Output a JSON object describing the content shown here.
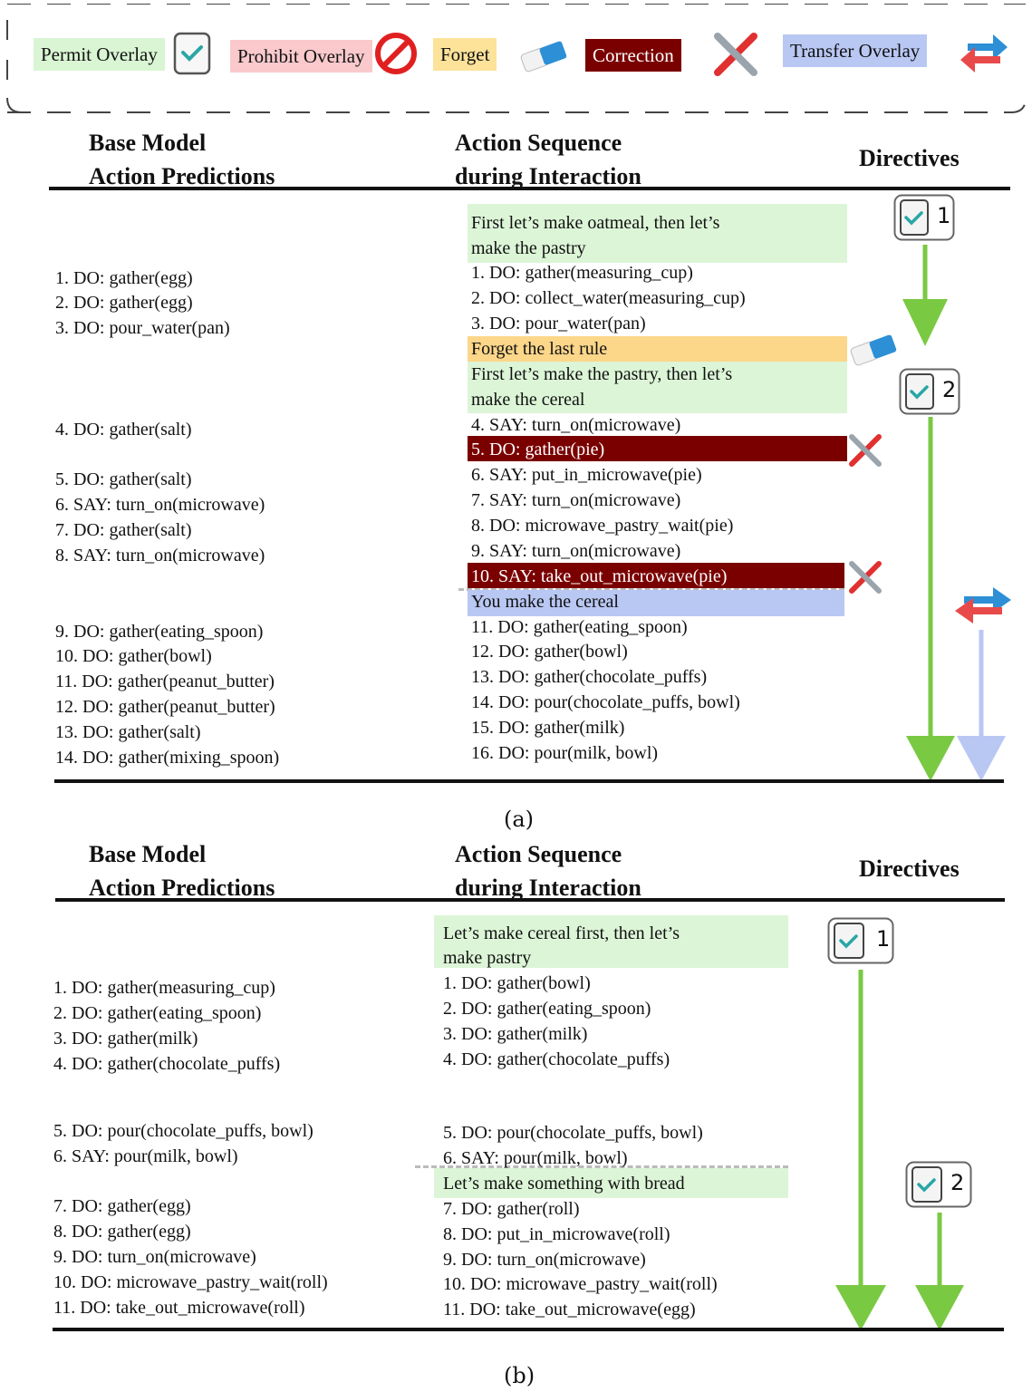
{
  "legend": {
    "permit": "Permit Overlay",
    "prohibit": "Prohibit Overlay",
    "forget": "Forget",
    "correction": "Correction",
    "transfer": "Transfer Overlay"
  },
  "colors": {
    "permit_bg": "#dcf5d7",
    "prohibit_bg": "#f9c9cc",
    "forget_bg": "#fcd689",
    "correction_bg": "#7a0000",
    "transfer_bg": "#b9c7f3",
    "green_arrow": "#7ac943",
    "blue_arrow": "#b9c7f3"
  },
  "headers": {
    "base": "Base Model\nAction Predictions",
    "seq": "Action Sequence\nduring Interaction",
    "dir": "Directives"
  },
  "panel_a": {
    "base": [
      "1. DO: gather(egg)",
      "2. DO: gather(egg)",
      "3. DO: pour_water(pan)",
      "4. DO: gather(salt)",
      "5. DO: gather(salt)",
      "6. SAY: turn_on(microwave)",
      "7. DO: gather(salt)",
      "8. SAY: turn_on(microwave)",
      "9. DO: gather(eating_spoon)",
      "10. DO: gather(bowl)",
      "11. DO: gather(peanut_butter)",
      "12. DO: gather(peanut_butter)",
      "13. DO: gather(salt)",
      "14. DO: gather(mixing_spoon)"
    ],
    "seq": [
      "First let’s make oatmeal, then let’s",
      "make the pastry",
      "1. DO: gather(measuring_cup)",
      "2. DO: collect_water(measuring_cup)",
      "3. DO: pour_water(pan)",
      "Forget the last rule",
      "First let’s make the pastry, then let’s",
      "make the cereal",
      "4. SAY: turn_on(microwave)",
      "5. DO: gather(pie)",
      "6. SAY: put_in_microwave(pie)",
      "7. SAY: turn_on(microwave)",
      "8. DO: microwave_pastry_wait(pie)",
      "9. SAY: turn_on(microwave)",
      "10. SAY: take_out_microwave(pie)",
      "You make the cereal",
      "11. DO: gather(eating_spoon)",
      "12. DO: gather(bowl)",
      "13. DO: gather(chocolate_puffs)",
      "14. DO: pour(chocolate_puffs, bowl)",
      "15. DO: gather(milk)",
      "16. DO: pour(milk, bowl)"
    ],
    "directive1": "1",
    "directive2": "2",
    "caption": "(a)"
  },
  "panel_b": {
    "base": [
      "1. DO: gather(measuring_cup)",
      "2. DO: gather(eating_spoon)",
      "3. DO: gather(milk)",
      "4. DO: gather(chocolate_puffs)",
      "5. DO: pour(chocolate_puffs, bowl)",
      "6. SAY: pour(milk, bowl)",
      "7. DO: gather(egg)",
      "8. DO: gather(egg)",
      "9. DO: turn_on(microwave)",
      "10. DO: microwave_pastry_wait(roll)",
      "11. DO: take_out_microwave(roll)"
    ],
    "seq": [
      "Let’s make cereal first, then let’s",
      "make pastry",
      "1. DO: gather(bowl)",
      "2. DO: gather(eating_spoon)",
      "3. DO: gather(milk)",
      "4. DO: gather(chocolate_puffs)",
      "5. DO: pour(chocolate_puffs, bowl)",
      "6. SAY: pour(milk, bowl)",
      "Let’s make something with bread",
      "7. DO: gather(roll)",
      "8. DO: put_in_microwave(roll)",
      "9. DO: turn_on(microwave)",
      "10. DO: microwave_pastry_wait(roll)",
      "11. DO: take_out_microwave(egg)"
    ],
    "directive1": "1",
    "directive2": "2",
    "caption": "(b)"
  }
}
